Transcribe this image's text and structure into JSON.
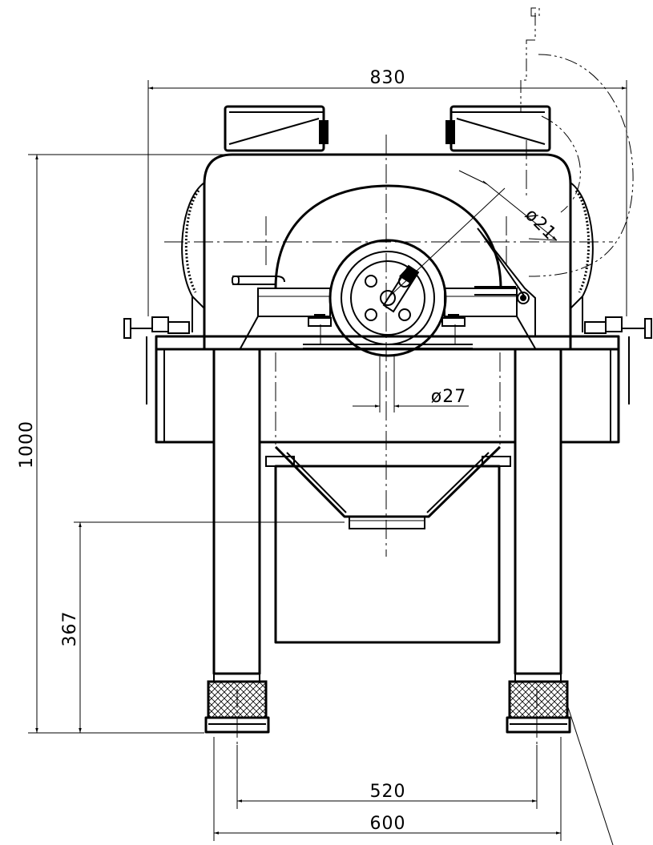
{
  "dimensions": {
    "overall_width": "830",
    "overall_height": "1000",
    "outlet_height": "367",
    "foot_spacing": "520",
    "base_width": "600",
    "shaft_diameter": "ø27",
    "pin_diameter": "ø21"
  },
  "colors": {
    "line": "#000000",
    "background": "#ffffff"
  }
}
